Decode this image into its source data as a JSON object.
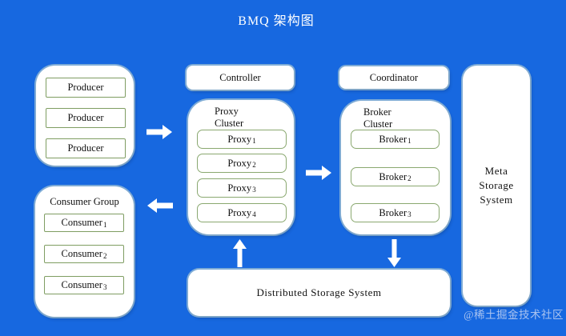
{
  "title": "BMQ 架构图",
  "colors": {
    "background": "#1768e0",
    "panel_fill": "#ffffff",
    "node_border": "#7f9d62",
    "node_border_rounded": "#8aa870",
    "text": "#111111",
    "title_text": "#ffffff",
    "arrow": "#ffffff",
    "watermark": "#b9cdf2"
  },
  "producer_group": {
    "items": [
      {
        "label": "Producer"
      },
      {
        "label": "Producer"
      },
      {
        "label": "Producer"
      }
    ]
  },
  "consumer_group": {
    "title": "Consumer Group",
    "items": [
      {
        "base": "Consumer",
        "sub": "1"
      },
      {
        "base": "Consumer",
        "sub": "2"
      },
      {
        "base": "Consumer",
        "sub": "3"
      }
    ]
  },
  "controller": {
    "label": "Controller"
  },
  "coordinator": {
    "label": "Coordinator"
  },
  "proxy_cluster": {
    "title_line1": "Proxy",
    "title_line2": "Cluster",
    "items": [
      {
        "base": "Proxy",
        "sub": "1"
      },
      {
        "base": "Proxy",
        "sub": "2"
      },
      {
        "base": "Proxy",
        "sub": "3"
      },
      {
        "base": "Proxy",
        "sub": "4"
      }
    ]
  },
  "broker_cluster": {
    "title_line1": "Broker",
    "title_line2": "Cluster",
    "items": [
      {
        "base": "Broker",
        "sub": "1"
      },
      {
        "base": "Broker",
        "sub": "2"
      },
      {
        "base": "Broker",
        "sub": "3"
      }
    ]
  },
  "meta_storage": {
    "label_lines": [
      "Meta",
      "Storage",
      "System"
    ]
  },
  "distributed_storage": {
    "label": "Distributed Storage System"
  },
  "watermark": "@稀土掘金技术社区"
}
